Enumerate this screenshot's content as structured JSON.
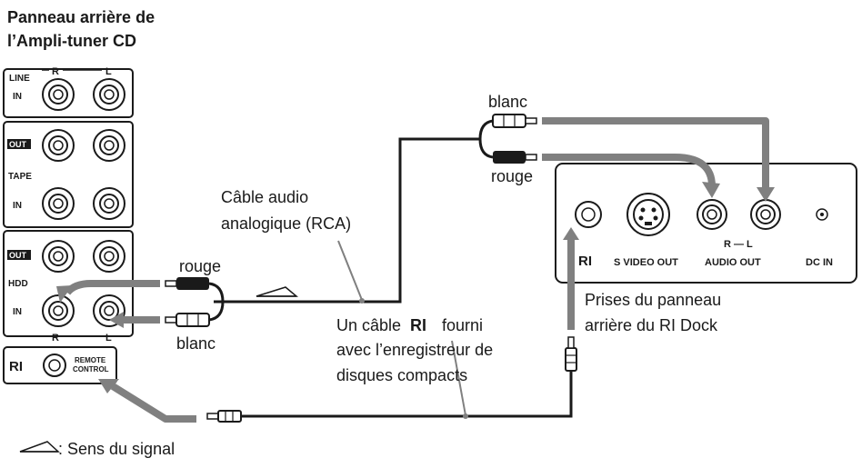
{
  "title": {
    "line1": "Panneau arrière de",
    "line2": "l’Ampli-tuner CD"
  },
  "left_panel": {
    "r": "R",
    "l": "L",
    "line": "LINE",
    "in": "IN",
    "out": "OUT",
    "tape": "TAPE",
    "hdd": "HDD",
    "ri": "RI",
    "remote_line1": "REMOTE",
    "remote_line2": "CONTROL"
  },
  "right_panel": {
    "ri": "RI",
    "svideo": "S VIDEO OUT",
    "rl": "R — L",
    "audio_out": "AUDIO OUT",
    "dc_in": "DC IN"
  },
  "labels": {
    "blanc_top": "blanc",
    "rouge_top": "rouge",
    "rouge_left": "rouge",
    "blanc_left": "blanc",
    "rca_line1": "Câble audio",
    "rca_line2": "analogique (RCA)",
    "prises_line1": "Prises du panneau",
    "prises_line2": "arrière du RI Dock",
    "ri_cable_line1_prefix": "Un câble",
    "ri_cable_logo": "RI",
    "ri_cable_line1_suffix": "fourni",
    "ri_cable_line2": "avec l’enregistreur de",
    "ri_cable_line3": "disques compacts",
    "legend": ": Sens du signal"
  },
  "colors": {
    "line": "#1a1a1a",
    "arrow": "#808080"
  }
}
